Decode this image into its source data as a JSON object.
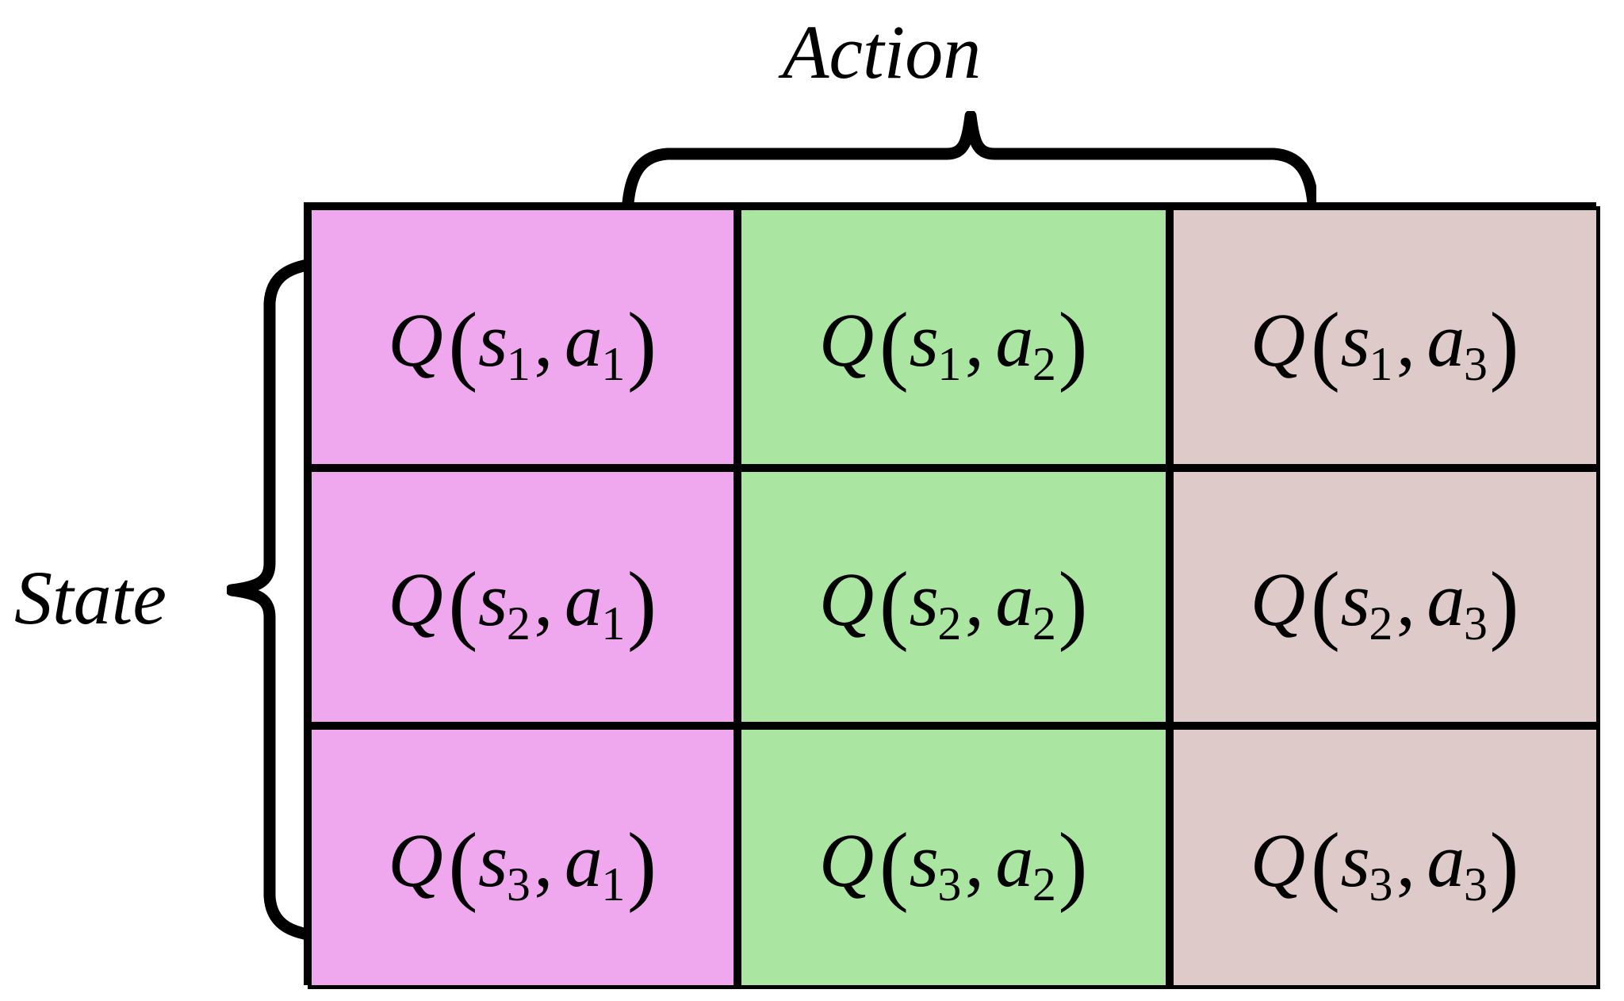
{
  "figure": {
    "type": "q-table-diagram",
    "title": "Q-table (state-action value table)",
    "background_color": "#FFFFFF",
    "line_color": "#000000"
  },
  "labels": {
    "columns_axis": "Action",
    "rows_axis": "State"
  },
  "braces": {
    "top": {
      "name": "action-brace",
      "orientation": "down",
      "spans": "all three action columns"
    },
    "left": {
      "name": "state-brace",
      "orientation": "left",
      "spans": "all three state rows"
    }
  },
  "table": {
    "row_count": 3,
    "column_count": 3,
    "column_colors": [
      "#EFA8EE",
      "#AAE6A2",
      "#DFCACA"
    ],
    "cells": [
      [
        {
          "fn": "Q",
          "state": "s",
          "state_index": "1",
          "action": "a",
          "action_index": "1"
        },
        {
          "fn": "Q",
          "state": "s",
          "state_index": "1",
          "action": "a",
          "action_index": "2"
        },
        {
          "fn": "Q",
          "state": "s",
          "state_index": "1",
          "action": "a",
          "action_index": "3"
        }
      ],
      [
        {
          "fn": "Q",
          "state": "s",
          "state_index": "2",
          "action": "a",
          "action_index": "1"
        },
        {
          "fn": "Q",
          "state": "s",
          "state_index": "2",
          "action": "a",
          "action_index": "2"
        },
        {
          "fn": "Q",
          "state": "s",
          "state_index": "2",
          "action": "a",
          "action_index": "3"
        }
      ],
      [
        {
          "fn": "Q",
          "state": "s",
          "state_index": "3",
          "action": "a",
          "action_index": "1"
        },
        {
          "fn": "Q",
          "state": "s",
          "state_index": "3",
          "action": "a",
          "action_index": "2"
        },
        {
          "fn": "Q",
          "state": "s",
          "state_index": "3",
          "action": "a",
          "action_index": "3"
        }
      ]
    ]
  },
  "glyphs": {
    "open_paren": "(",
    "close_paren": ")",
    "comma": ","
  }
}
